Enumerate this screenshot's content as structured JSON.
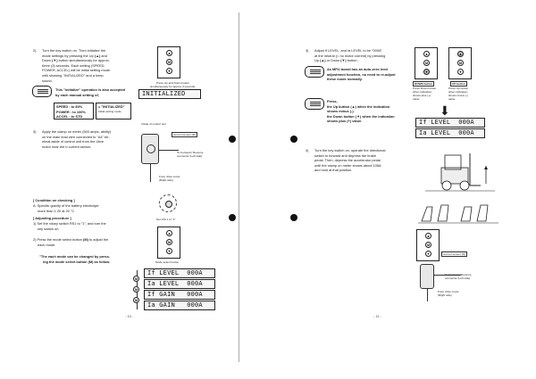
{
  "left_page": {
    "page_number": "- 10 -",
    "step2": {
      "num": "2)",
      "lines": [
        "Turn the key switch on. Then initialize the",
        "mode settings by pressing the Up",
        "and",
        "Down",
        "button simultaneously for approx.",
        "three (3) seconds. Each setting (SPEED,",
        "POWER, ACCEL) will be initial setting mode",
        "with showing \"INITIALIZED\" and a beep",
        "sound."
      ]
    },
    "note_title": [
      "This \"initialize\" operation is also accepted",
      "by each manual setting of,"
    ],
    "settings": [
      "SPEED : to 80%",
      "POWER : to 100%",
      "ACCEL : to STD"
    ],
    "initialized_label": "= \"INITIALIZED\"",
    "initial_mode_label": "Initial setting mode",
    "press_caption": [
      "Press Up and Down button",
      "simultaneously for approx 3 seconds."
    ],
    "lcd_initialized": "INITIALIZED",
    "inside_caption": "Inside of control unit",
    "step3": {
      "num": "3)",
      "lines": [
        "Apply the clamp on meter (500 amps, ability)",
        "on the main lead wire connected to \"A4\" ter-",
        "minal aside of control unit from the drive",
        "motor near the b current sensor."
      ]
    },
    "current_sensor": "current sensor (Ib)",
    "fw_connector": [
      "To Forward / Reverse",
      "connector (Left side)"
    ],
    "drive_motor": [
      "From drive motor",
      "(Right side)"
    ],
    "condition_title": "[ Condition on checking ]",
    "condition_text": [
      "A: Specific gravity of the battery electrolyte",
      "more than 1.20 at 20 °C"
    ],
    "procedure_title": "[ Adjusting procedure ]",
    "procedure1": [
      "1) Set the rotary switch RS1 to \"1\", and turn the",
      "key switch on."
    ],
    "procedure2": [
      "2) Press the mode select button",
      "to adjust the",
      "each mode."
    ],
    "changed_note": [
      "\"The each mode can be changed by press-",
      "ing the mode select button",
      "as follow."
    ],
    "rotary_caption": "Set: RS 1 to \"1\"",
    "mode_caption": "Mode select button",
    "lcd_rows": [
      {
        "name": "If",
        "label": "LEVEL",
        "value": "000A"
      },
      {
        "name": "Ia",
        "label": "LEVEL",
        "value": "000A"
      },
      {
        "name": "If",
        "label": "GAIN",
        "value": "000A"
      },
      {
        "name": "Ia",
        "label": "GAIN",
        "value": "000A"
      }
    ]
  },
  "right_page": {
    "page_number": "- 11 -",
    "step3": {
      "num": "3)",
      "lines": [
        "Adjust If LEVEL, and Ia LEVEL to be \"000A\"",
        "at the neutral (= no motor current) by pressing",
        "Up",
        "or Down",
        "button."
      ]
    },
    "note1": [
      "As MPU board has an auto-zero level",
      "adjustment function, no need to re-adjust",
      "these mode normally."
    ],
    "note2": [
      "Press,",
      "the Up button",
      "when the indication",
      "shows minus (-).",
      "the Down button",
      "when the indication",
      "shows plus (+) value."
    ],
    "down_label": "DOWN button",
    "up_label": "UP button",
    "down_desc": [
      "Press Down button",
      "when indication",
      "shows plus (+)",
      "value"
    ],
    "up_desc": [
      "Press Up button",
      "when indication",
      "shows minus (-)",
      "value"
    ],
    "lcd_rows": [
      {
        "name": "If",
        "label": "LEVEL",
        "value": "000A"
      },
      {
        "name": "Ia",
        "label": "LEVEL",
        "value": "000A"
      }
    ],
    "step4": {
      "num": "4)",
      "lines": [
        "Turn the key switch on, operate the directional",
        "switch to forward and depress the brake",
        "pedal. Then, depress the accelerator pedal",
        "until the clamp on meter shows about 105A",
        "and hold at that position."
      ]
    },
    "current_sensor": "current sensor (Ib)",
    "fw_connector": [
      "To Forward / Reverse",
      "connector (Left side)"
    ],
    "drive_motor": [
      "From drive motor",
      "(Right side)"
    ]
  }
}
